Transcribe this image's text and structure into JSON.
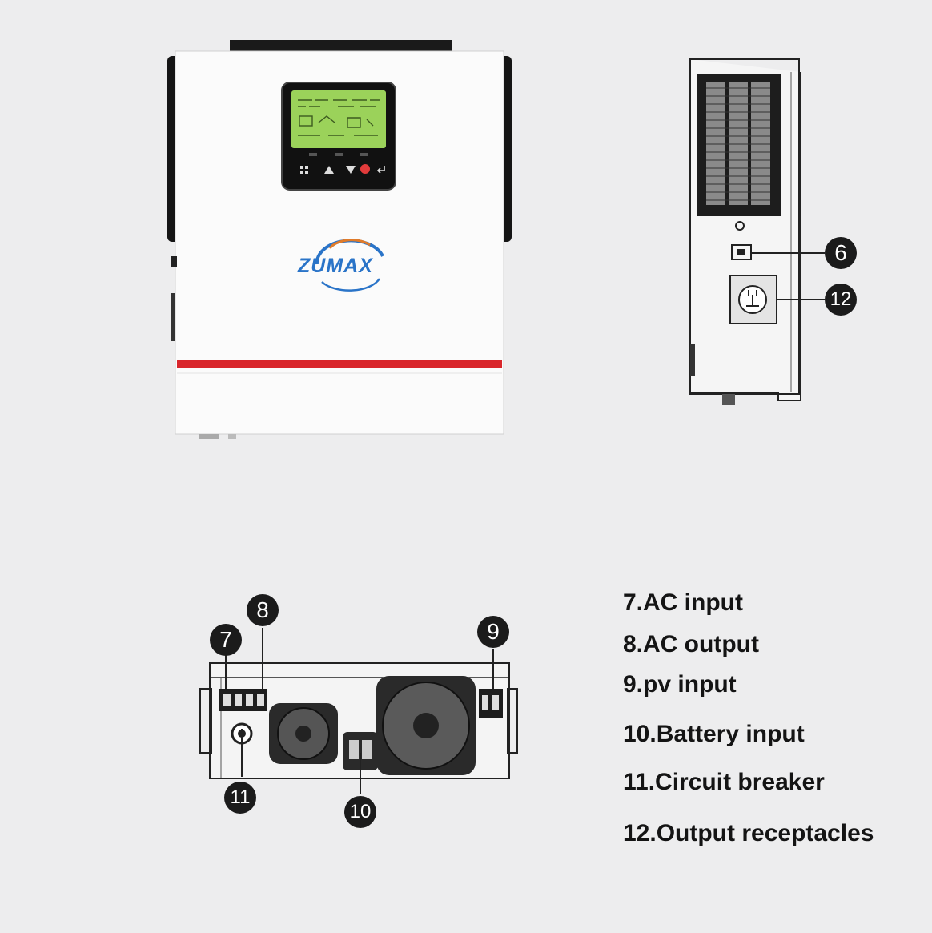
{
  "brand": {
    "name": "ZUMAX"
  },
  "colors": {
    "background": "#ededee",
    "brand_blue": "#2a74c8",
    "accent_red": "#d9262b",
    "lcd_green": "#9bd25a",
    "badge": "#1b1b1b"
  },
  "callouts": {
    "c6": "6",
    "c7": "7",
    "c8": "8",
    "c9": "9",
    "c10": "10",
    "c11": "11",
    "c12": "12"
  },
  "legend": [
    "7.AC input",
    "8.AC output",
    "9.pv input",
    "10.Battery input",
    "11.Circuit breaker",
    "12.Output receptacles"
  ]
}
